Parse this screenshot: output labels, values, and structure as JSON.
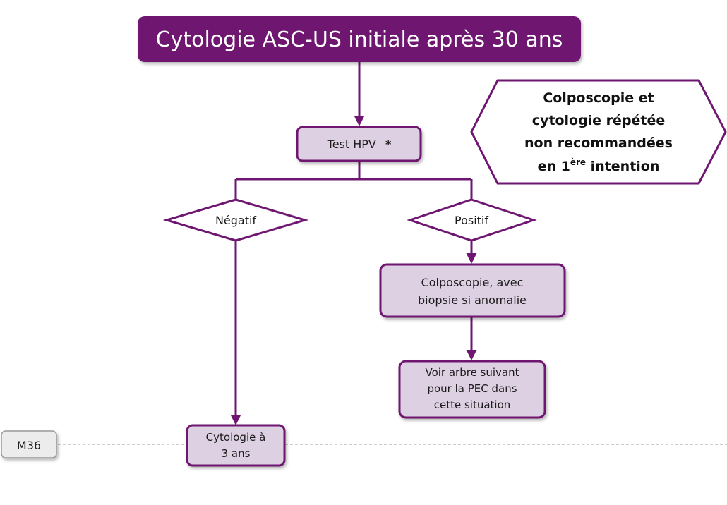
{
  "colors": {
    "title_fill": "#6e1670",
    "box_fill": "#ddd0e3",
    "stroke": "#6e1670",
    "white": "#ffffff",
    "milestone_fill": "#ececec",
    "milestone_stroke": "#9a9a9a",
    "dash": "#bdbdbd"
  },
  "title": "Cytologie ASC-US initiale après 30 ans",
  "test_hpv": {
    "label": "Test HPV",
    "asterisk": "*"
  },
  "note": {
    "line1": "Colposcopie et",
    "line2": "cytologie répétée",
    "line3": "non recommandées",
    "line4_prefix": "en 1",
    "line4_sup": "ère",
    "line4_suffix": " intention"
  },
  "negatif": "Négatif",
  "positif": "Positif",
  "colposcopie": {
    "line1": "Colposcopie, avec",
    "line2": "biopsie si anomalie"
  },
  "voir_arbre": {
    "line1": "Voir arbre suivant",
    "line2": "pour la PEC dans",
    "line3": "cette situation"
  },
  "cytologie_3ans": {
    "line1": "Cytologie à",
    "line2": "3 ans"
  },
  "milestone": "M36"
}
